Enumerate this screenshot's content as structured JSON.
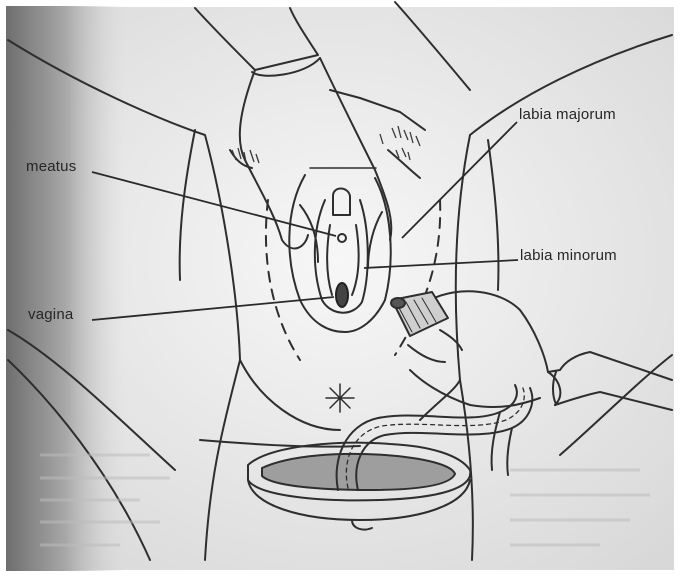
{
  "labels": {
    "labia_majorum": "labia majorum",
    "meatus": "meatus",
    "labia_minorum": "labia minorum",
    "vagina": "vagina"
  },
  "colors": {
    "paper": "#f4f4f4",
    "ink": "#333333",
    "shadow": "#7a7a7a"
  }
}
